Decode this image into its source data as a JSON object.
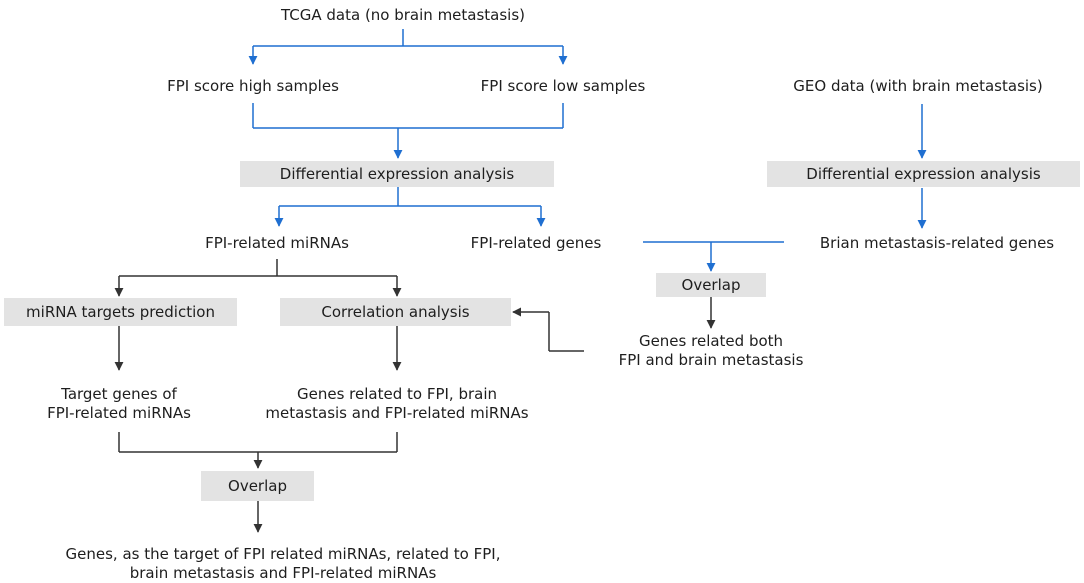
{
  "nodes": {
    "tcga": "TCGA data (no brain metastasis)",
    "fpi_high": "FPI score high samples",
    "fpi_low": "FPI score low samples",
    "geo": "GEO data (with brain metastasis)",
    "dea_left": "Differential expression analysis",
    "dea_right": "Differential expression analysis",
    "fpi_mirnas": "FPI-related miRNAs",
    "fpi_genes": "FPI-related genes",
    "brain_genes": "Brian metastasis-related genes",
    "overlap_right": "Overlap",
    "mirna_targets": "miRNA targets prediction",
    "correlation": "Correlation analysis",
    "genes_both": [
      "Genes related both",
      "FPI and brain metastasis"
    ],
    "target_genes": [
      "Target genes of",
      "FPI-related miRNAs"
    ],
    "genes_related": [
      "Genes related to FPI, brain",
      "metastasis and FPI-related miRNAs"
    ],
    "overlap_bottom": "Overlap",
    "final": [
      "Genes, as the target of FPI related miRNAs, related to FPI,",
      "brain metastasis and FPI-related miRNAs"
    ]
  },
  "colors": {
    "blue_connector": "#1f6fd1",
    "black_connector": "#333333",
    "box_fill": "#e3e3e3"
  }
}
